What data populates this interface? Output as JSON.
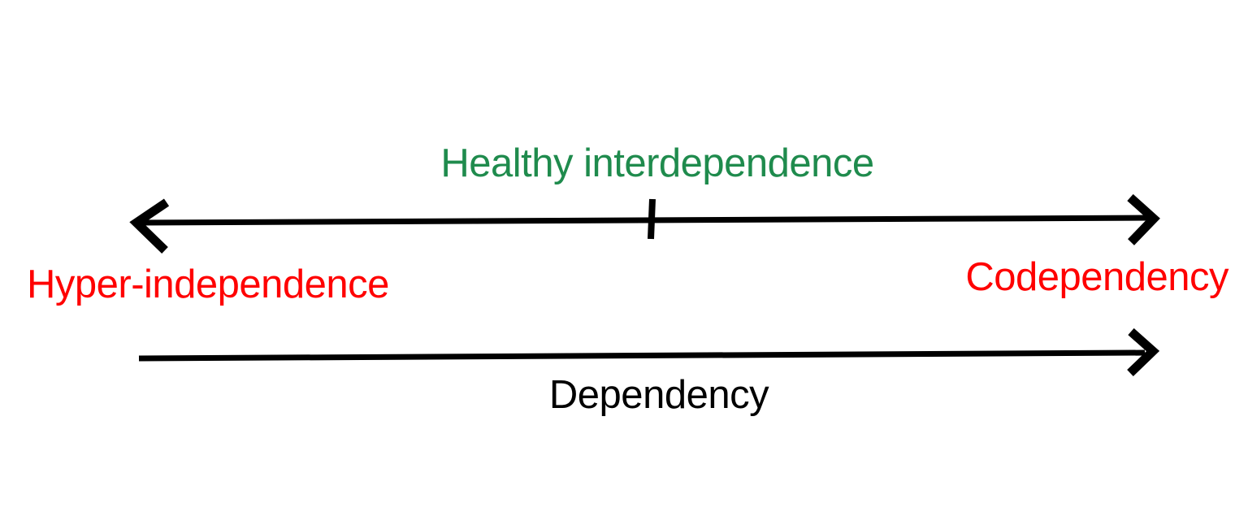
{
  "diagram": {
    "background": "#ffffff",
    "arrow_color": "#000000",
    "spectrum": {
      "top_label": {
        "text": "Healthy interdependence",
        "color": "#1f8b4d",
        "position": "center-above-midpoint-tick"
      },
      "left_end_label": {
        "text": "Hyper-independence",
        "color": "#ff0000"
      },
      "right_end_label": {
        "text": "Codependency",
        "color": "#ff0000"
      },
      "axis_style": "double-headed-arrow-with-center-tick"
    },
    "dependency_axis": {
      "label": {
        "text": "Dependency",
        "color": "#000000",
        "position": "center-below-line"
      },
      "axis_style": "right-headed-arrow"
    }
  }
}
